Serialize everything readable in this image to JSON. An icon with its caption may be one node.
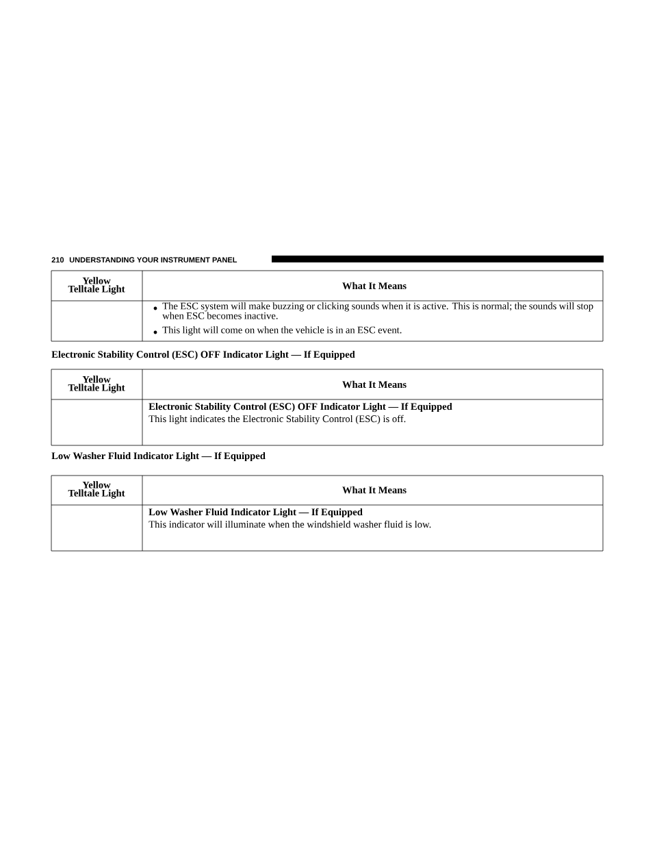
{
  "diagram": {
    "labels": [
      "210",
      "UNDERSTANDING YOUR INSTRUMENT PANEL",
      "Yellow Telltale Light",
      "What It Means",
      "The ESC system will make buzzing or clicking sounds when it is active. This is normal; the sounds will stop when ESC becomes inactive.",
      "This light will come on when the vehicle is in an ESC event.",
      "Electronic Stability Control (ESC) OFF Indicator Light — If Equipped",
      "Yellow Telltale Light",
      "What It Means",
      "Electronic Stability Control (ESC) OFF Indicator Light — If Equipped",
      "This light indicates the Electronic Stability Control (ESC) is off.",
      "Low Washer Fluid Indicator Light — If Equipped",
      "Yellow Telltale Light",
      "What It Means",
      "Low Washer Fluid Indicator Light — If Equipped",
      "This indicator will illuminate when the windshield washer fluid is low."
    ]
  }
}
